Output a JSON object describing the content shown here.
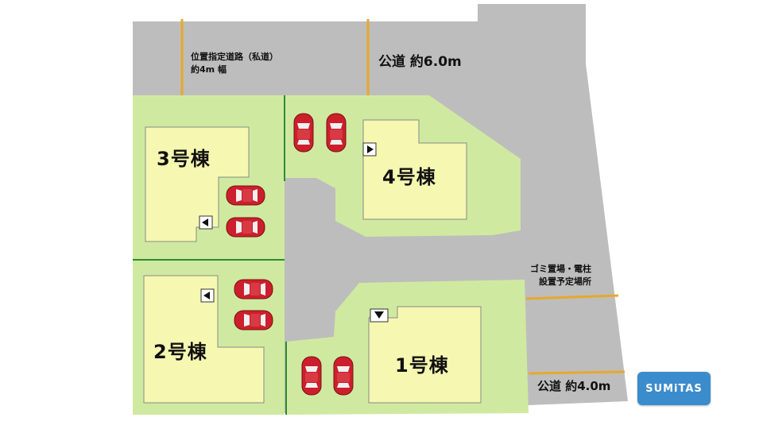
{
  "labels": {
    "private_road_line1": "位置指定道路（私道）",
    "private_road_line2": "約4m 幅",
    "public_road_north": "公道 約6.0m",
    "public_road_south": "公道 約4.0m",
    "garbage_line1": "ゴミ置場・電柱",
    "garbage_line2": "設置予定場所"
  },
  "buildings": {
    "b1": "1号棟",
    "b2": "2号棟",
    "b3": "3号棟",
    "b4": "4号棟"
  },
  "logo": {
    "text": "SUMiTAS"
  },
  "colors": {
    "road": "#bdbdbd",
    "lot": "#cfeaa0",
    "building": "#f6f7b0",
    "boundary": "#2f8a35",
    "road_marker": "#e8a82a",
    "car": "#cc1f2b",
    "logo": "#3b8ccc"
  },
  "icons": {
    "car": "car-top-view-icon",
    "entrance": "entrance-arrow-icon"
  }
}
